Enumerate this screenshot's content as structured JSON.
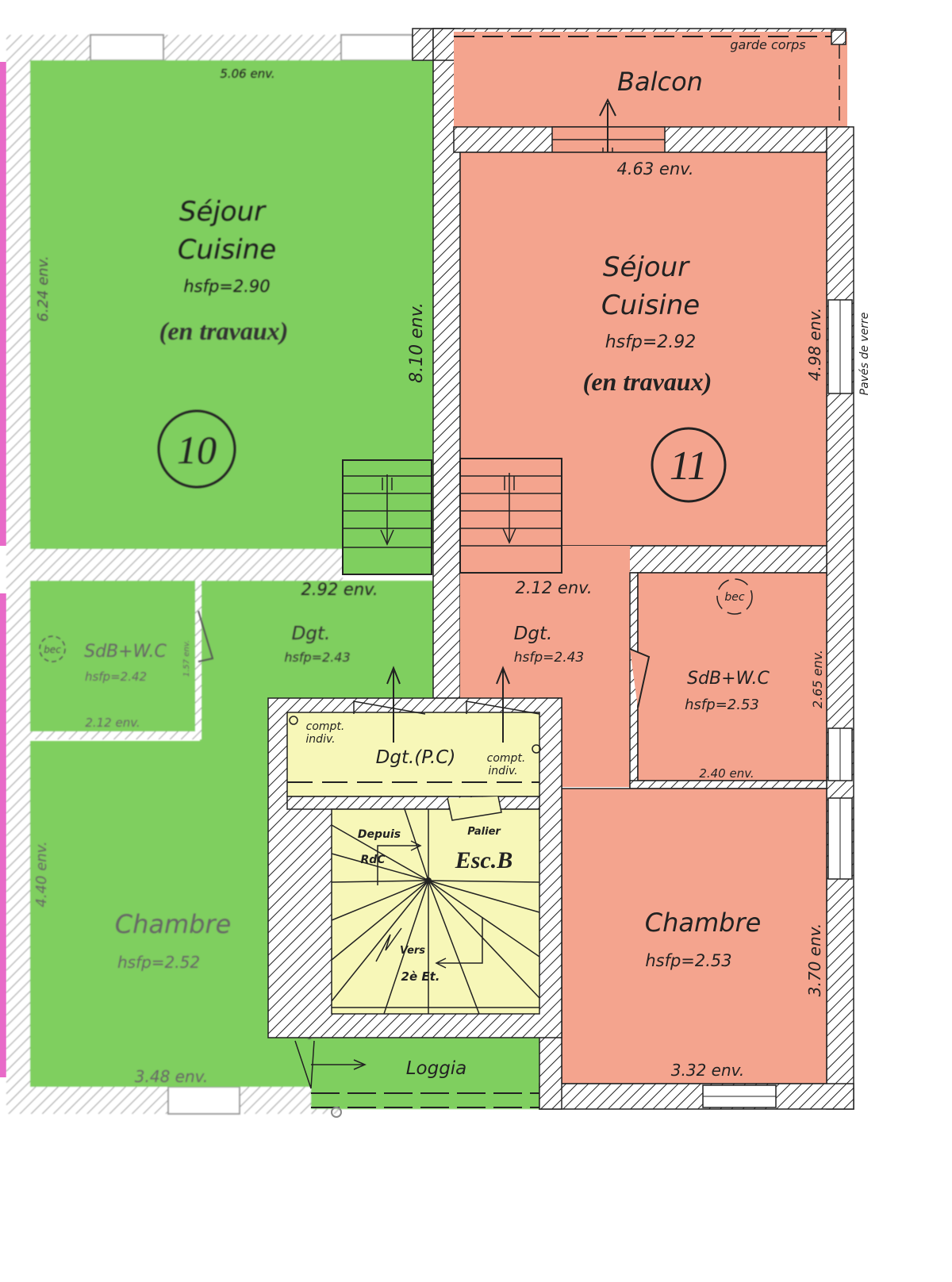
{
  "colors": {
    "green_apartment": "#7fcf5f",
    "salmon_apartment": "#f4a48e",
    "common_yellow": "#f7f7b8",
    "pink_edge": "#e86ac8",
    "wall": "#222222"
  },
  "apt10": {
    "number": "10",
    "sejour_line1": "Séjour",
    "sejour_line2": "Cuisine",
    "sejour_hsfp": "hsfp=2.90",
    "sejour_status": "(en travaux)",
    "sejour_width": "5.06 env.",
    "sejour_height": "6.24 env.",
    "total_height": "8.10 env.",
    "dgt_label": "Dgt.",
    "dgt_hsfp": "hsfp=2.43",
    "dgt_width": "2.92 env.",
    "sdb_label": "SdB+W.C",
    "sdb_hsfp": "hsfp=2.42",
    "sdb_width": "2.12 env.",
    "sdb_side": "1.57 env.",
    "bec": "bec",
    "chambre_label": "Chambre",
    "chambre_hsfp": "hsfp=2.52",
    "chambre_width": "3.48 env.",
    "chambre_height": "4.40 env.",
    "loggia": "Loggia"
  },
  "apt11": {
    "number": "11",
    "balcon": "Balcon",
    "garde_corps": "garde corps",
    "balcon_width": "4.63 env.",
    "sejour_line1": "Séjour",
    "sejour_line2": "Cuisine",
    "sejour_hsfp": "hsfp=2.92",
    "sejour_status": "(en travaux)",
    "sejour_height": "4.98 env.",
    "paves": "Pavés de verre",
    "dgt_label": "Dgt.",
    "dgt_hsfp": "hsfp=2.43",
    "dgt_width": "2.12 env.",
    "sdb_label": "SdB+W.C",
    "sdb_hsfp": "hsfp=2.53",
    "sdb_width": "2.40 env.",
    "sdb_height": "2.65 env.",
    "bec": "bec",
    "chambre_label": "Chambre",
    "chambre_hsfp": "hsfp=2.53",
    "chambre_width": "3.32 env.",
    "chambre_height": "3.70 env."
  },
  "common": {
    "dgt_pc": "Dgt.(P.C)",
    "compt_left_1": "compt.",
    "compt_left_2": "indiv.",
    "compt_right_1": "compt.",
    "compt_right_2": "indiv.",
    "esc": "Esc.B",
    "palier": "Palier",
    "depuis": "Depuis",
    "rdc": "RdC",
    "vers": "Vers",
    "etage": "2è Et."
  }
}
